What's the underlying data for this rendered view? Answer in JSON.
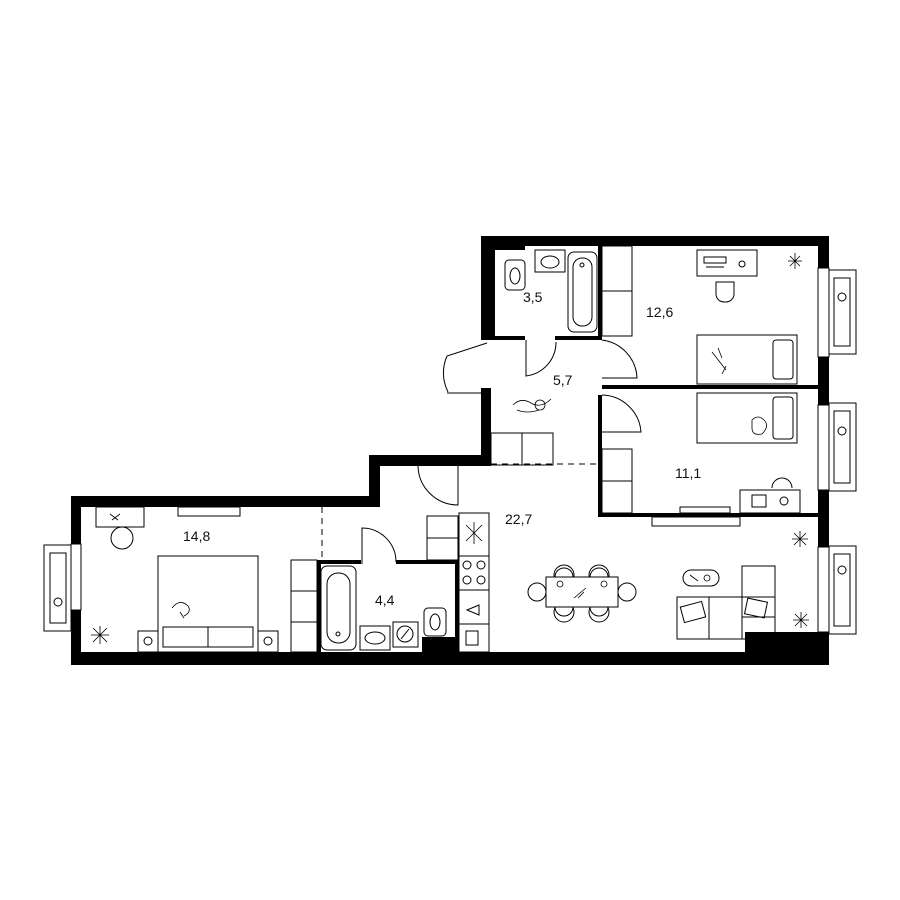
{
  "rooms": {
    "toilet": "3,5",
    "bedroom_top": "12,6",
    "hall": "5,7",
    "bedroom_mid": "11,1",
    "kitchen_living": "22,7",
    "bedroom_master": "14,8",
    "bathroom": "4,4"
  }
}
